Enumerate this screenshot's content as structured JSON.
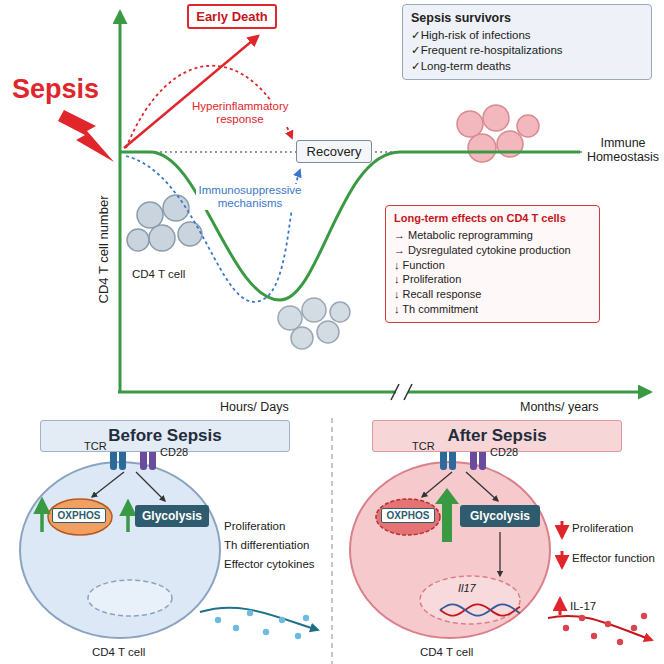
{
  "diagram": {
    "nodes": [
      {
        "text": [
          "Early Death"
        ]
      },
      {
        "text": [
          "Recovery"
        ]
      },
      {
        "text": [
          "Sepsis survivors",
          "✓High-risk of infections",
          "✓Frequent re-hospitalizations",
          "✓Long-term deaths"
        ]
      },
      {
        "text": [
          "Long-term effects on CD4 T cells",
          "→ Metabolic reprogramming",
          "→ Dysregulated cytokine production",
          "↓ Function",
          "↓ Proliferation",
          "↓ Recall response",
          "↓ Th commitment"
        ]
      },
      {
        "text": [
          "Before Sepsis"
        ]
      },
      {
        "text": [
          "OXPHOS"
        ]
      },
      {
        "text": [
          "Glycolysis"
        ]
      },
      {
        "text": [
          "After Sepsis"
        ]
      },
      {
        "text": [
          "OXPHOS"
        ]
      },
      {
        "text": [
          "Glycolysis"
        ]
      }
    ],
    "labels": [
      "Sepsis",
      "CD4 T cell number",
      "Hyperinflammatory response",
      "Immunosuppressive mechanisms",
      "CD4 T cell",
      "Hours/ Days",
      "Months/ years",
      "Immune Homeostasis",
      "TCR",
      "CD28",
      "Proliferation",
      "Th differentiation",
      "Effector cytokines",
      "CD4 T cell",
      "TCR",
      "CD28",
      "Il17",
      "Proliferation",
      "Effector function",
      "IL-17",
      "CD4 T cell"
    ]
  }
}
